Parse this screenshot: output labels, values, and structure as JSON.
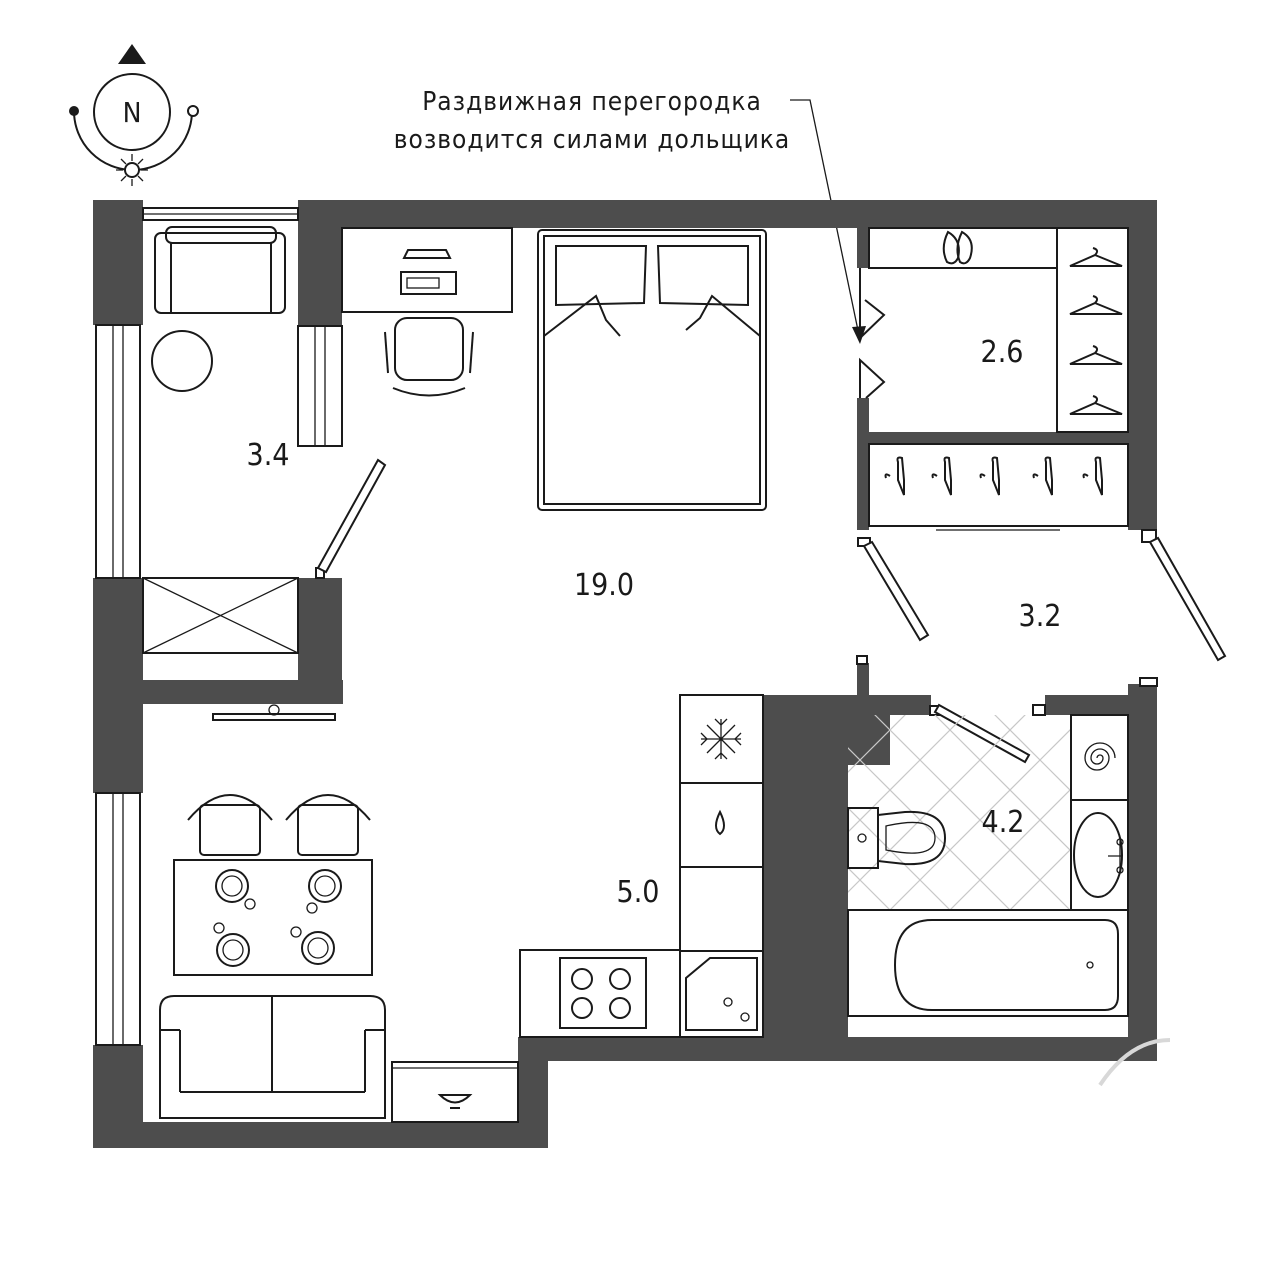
{
  "compass": {
    "north_label": "N"
  },
  "note": {
    "line1": "Раздвижная перегородка",
    "line2": "возводится силами дольщика"
  },
  "rooms": [
    {
      "id": "loggia",
      "area": "3.4"
    },
    {
      "id": "living",
      "area": "19.0"
    },
    {
      "id": "kitchen",
      "area": "5.0"
    },
    {
      "id": "wardrobe",
      "area": "2.6"
    },
    {
      "id": "hall",
      "area": "3.2"
    },
    {
      "id": "bathroom",
      "area": "4.2"
    }
  ],
  "colors": {
    "wall": "#4d4d4d",
    "line": "#1a1a1a",
    "tile": "#c8c8c8"
  }
}
